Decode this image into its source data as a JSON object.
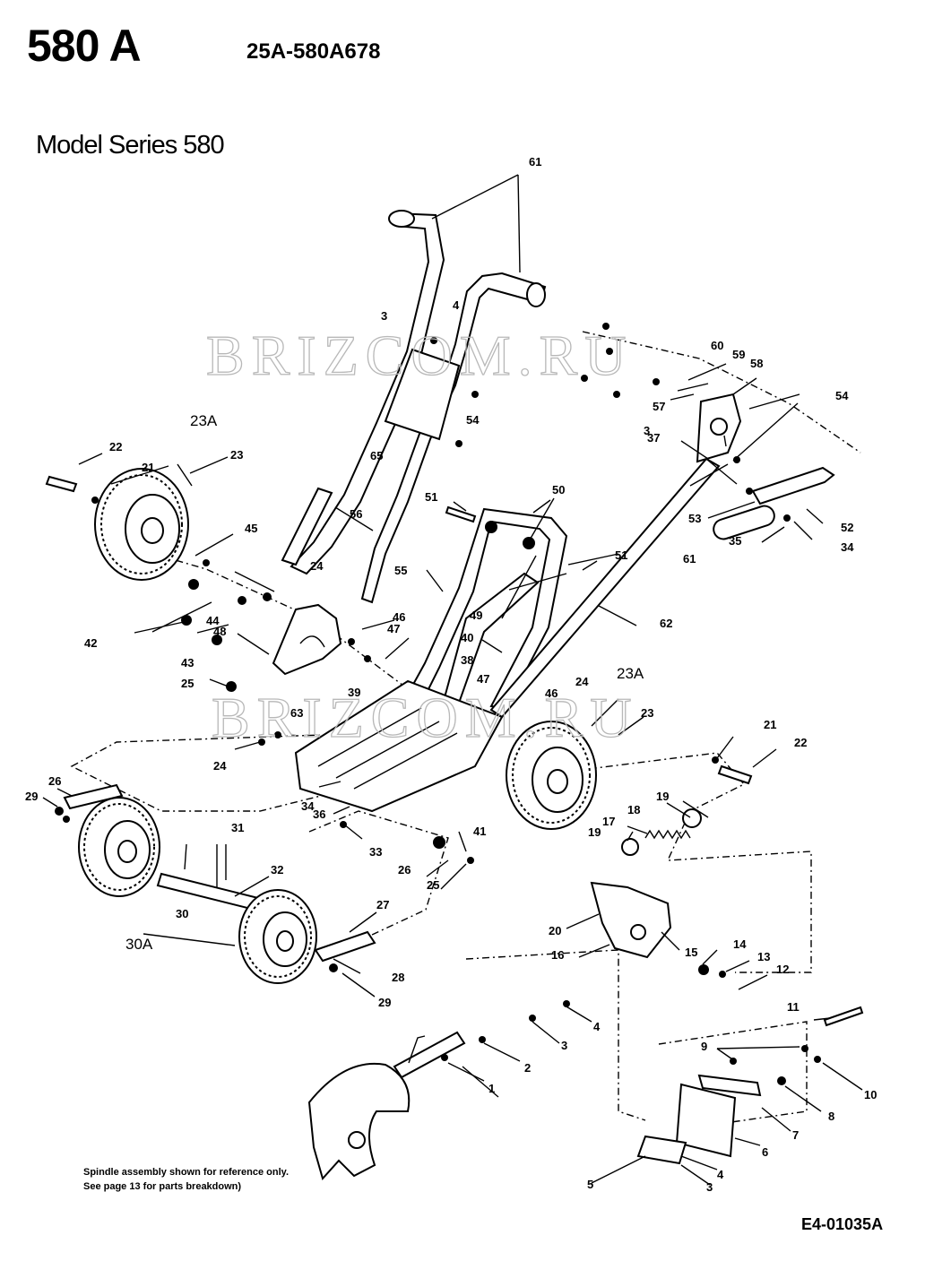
{
  "header": {
    "model_code": "580 A",
    "part_number": "25A-580A678",
    "series_title": "Model Series 580"
  },
  "footer": {
    "spindle_note_line1": "Spindle assembly shown for reference only.",
    "spindle_note_line2": "See page 13 for parts breakdown)",
    "diagram_code": "E4-01035A"
  },
  "watermark": {
    "text": "BRIZCOM.RU"
  },
  "callouts": [
    {
      "label": "61"
    },
    {
      "label": "3"
    },
    {
      "label": "4"
    },
    {
      "label": "54"
    },
    {
      "label": "65"
    },
    {
      "label": "60"
    },
    {
      "label": "59"
    },
    {
      "label": "58"
    },
    {
      "label": "57"
    },
    {
      "label": "3"
    },
    {
      "label": "37"
    },
    {
      "label": "54"
    },
    {
      "label": "23A"
    },
    {
      "label": "22"
    },
    {
      "label": "23"
    },
    {
      "label": "21"
    },
    {
      "label": "56"
    },
    {
      "label": "51"
    },
    {
      "label": "50"
    },
    {
      "label": "53"
    },
    {
      "label": "52"
    },
    {
      "label": "35"
    },
    {
      "label": "34"
    },
    {
      "label": "61"
    },
    {
      "label": "45"
    },
    {
      "label": "24"
    },
    {
      "label": "55"
    },
    {
      "label": "51"
    },
    {
      "label": "49"
    },
    {
      "label": "62"
    },
    {
      "label": "42"
    },
    {
      "label": "44"
    },
    {
      "label": "48"
    },
    {
      "label": "46"
    },
    {
      "label": "47"
    },
    {
      "label": "43"
    },
    {
      "label": "40"
    },
    {
      "label": "38"
    },
    {
      "label": "25"
    },
    {
      "label": "39"
    },
    {
      "label": "47"
    },
    {
      "label": "46"
    },
    {
      "label": "24"
    },
    {
      "label": "23A"
    },
    {
      "label": "23"
    },
    {
      "label": "63"
    },
    {
      "label": "24"
    },
    {
      "label": "21"
    },
    {
      "label": "22"
    },
    {
      "label": "26"
    },
    {
      "label": "29"
    },
    {
      "label": "34"
    },
    {
      "label": "36"
    },
    {
      "label": "19"
    },
    {
      "label": "18"
    },
    {
      "label": "17"
    },
    {
      "label": "19"
    },
    {
      "label": "31"
    },
    {
      "label": "33"
    },
    {
      "label": "41"
    },
    {
      "label": "26"
    },
    {
      "label": "25"
    },
    {
      "label": "32"
    },
    {
      "label": "30"
    },
    {
      "label": "27"
    },
    {
      "label": "30A"
    },
    {
      "label": "20"
    },
    {
      "label": "16"
    },
    {
      "label": "15"
    },
    {
      "label": "14"
    },
    {
      "label": "13"
    },
    {
      "label": "12"
    },
    {
      "label": "28"
    },
    {
      "label": "29"
    },
    {
      "label": "4"
    },
    {
      "label": "3"
    },
    {
      "label": "2"
    },
    {
      "label": "1"
    },
    {
      "label": "11"
    },
    {
      "label": "9"
    },
    {
      "label": "10"
    },
    {
      "label": "8"
    },
    {
      "label": "7"
    },
    {
      "label": "6"
    },
    {
      "label": "5"
    },
    {
      "label": "4"
    },
    {
      "label": "3"
    }
  ]
}
